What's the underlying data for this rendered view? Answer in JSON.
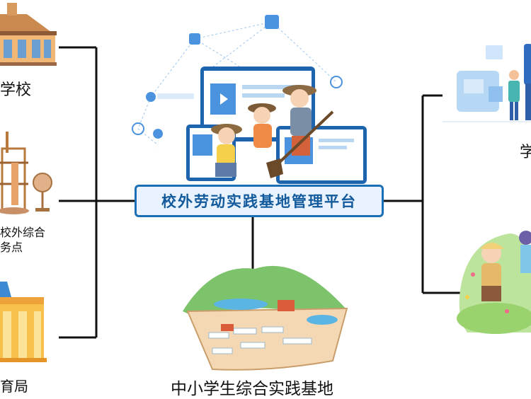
{
  "center": {
    "title": "校外劳动实践基地管理平台"
  },
  "left_nodes": [
    {
      "label": "学校",
      "icon": "school-building-icon"
    },
    {
      "label_line1": "校外综合",
      "label_line2": "务点",
      "icon": "activity-station-icon"
    },
    {
      "label": "育局",
      "icon": "education-bureau-icon"
    }
  ],
  "bottom_node": {
    "label": "中小学生综合实践基地",
    "icon": "practice-base-map-icon"
  },
  "right_nodes": [
    {
      "label": "学",
      "icon": "student-figure-icon"
    },
    {
      "label": "",
      "icon": "children-garden-icon"
    }
  ],
  "colors": {
    "line": "#111111",
    "accent": "#1a6fb5",
    "title_bg": "#e8f3ff"
  }
}
